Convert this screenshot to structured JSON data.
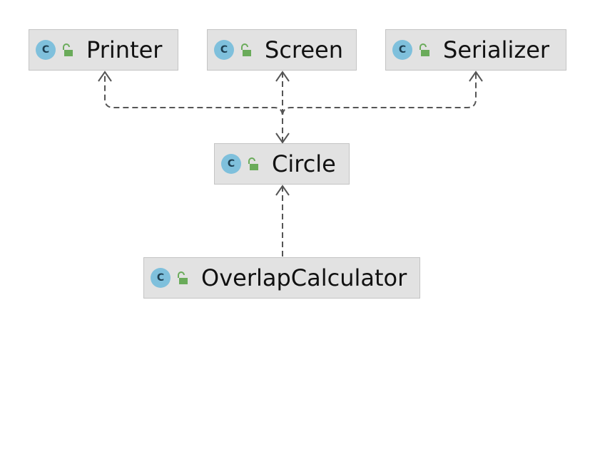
{
  "nodes": {
    "printer": {
      "label": "Printer",
      "badge": "C"
    },
    "screen": {
      "label": "Screen",
      "badge": "C"
    },
    "serializer": {
      "label": "Serializer",
      "badge": "C"
    },
    "circle": {
      "label": "Circle",
      "badge": "C"
    },
    "overlap": {
      "label": "OverlapCalculator",
      "badge": "C"
    }
  },
  "colors": {
    "node_fill": "#e2e2e2",
    "node_border": "#c4c4c4",
    "badge_fill": "#7fc0dc",
    "lock_green": "#6aab5a",
    "edge": "#555555"
  },
  "icons": {
    "badge": "class-icon",
    "visibility": "unlocked-padlock-icon"
  },
  "edges": [
    {
      "from": "Circle",
      "to": "Printer",
      "style": "dashed"
    },
    {
      "from": "Circle",
      "to": "Screen",
      "style": "dashed"
    },
    {
      "from": "Circle",
      "to": "Serializer",
      "style": "dashed"
    },
    {
      "from": "OverlapCalculator",
      "to": "Circle",
      "style": "dashed"
    }
  ]
}
